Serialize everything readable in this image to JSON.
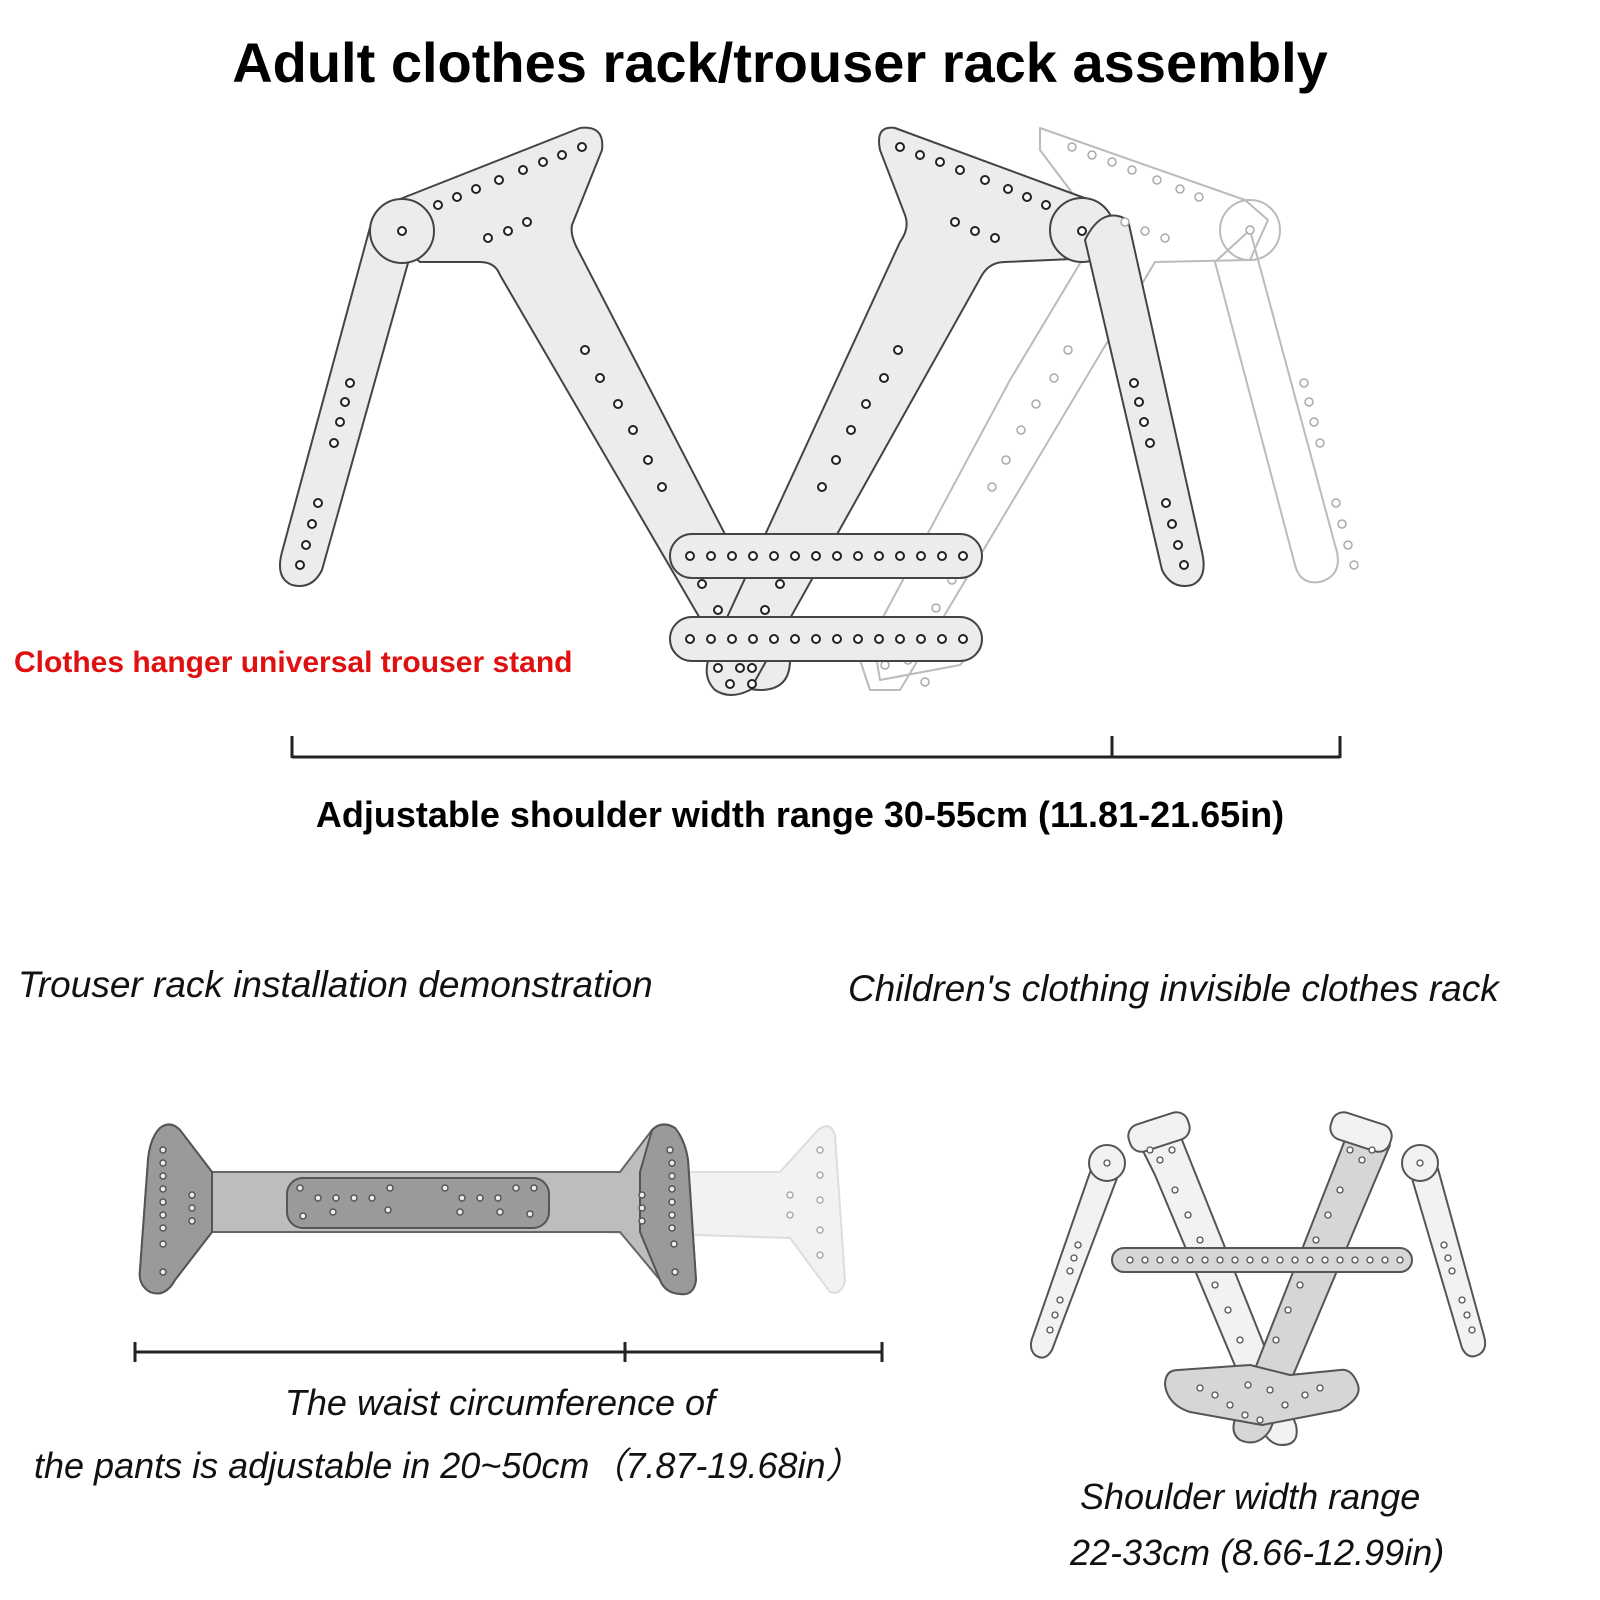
{
  "title": "Adult clothes rack/trouser rack assembly",
  "labels": {
    "universal_stand": "Clothes hanger universal trouser stand",
    "adult_shoulder_range": "Adjustable shoulder width range 30-55cm (11.81-21.65in)",
    "trouser_demo": "Trouser rack installation demonstration",
    "children_rack": "Children's clothing invisible clothes rack",
    "waist_line1": "The waist circumference of",
    "waist_line2": "the pants is adjustable in 20~50cm（7.87-19.68in）",
    "child_shoulder_line1": "Shoulder width range",
    "child_shoulder_line2": "22-33cm (8.66-12.99in)"
  },
  "colors": {
    "universal_label": "#e01010",
    "part_fill": "#ececec",
    "part_outline": "#444444",
    "ghost_outline": "#bbbbbb",
    "trouser_fill_dark": "#9a9a9a",
    "trouser_fill_mid": "#bdbdbd"
  }
}
